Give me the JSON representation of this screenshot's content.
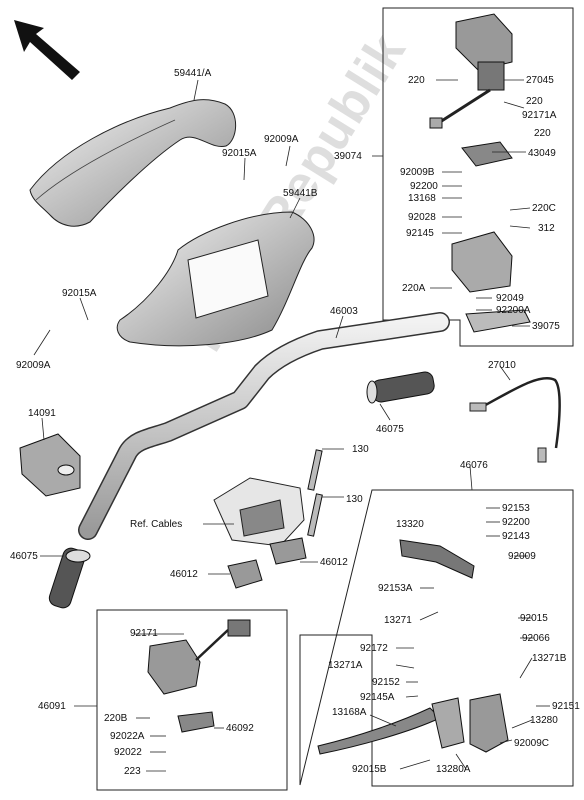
{
  "watermark": "PartsRepublik",
  "labels": {
    "p59441A": "59441/A",
    "p92009A_top": "92009A",
    "p92015A_top": "92015A",
    "p59441B": "59441B",
    "p92015A_left": "92015A",
    "p92009A_left": "92009A",
    "p46003": "46003",
    "p14091": "14091",
    "p46075_left": "46075",
    "p130_a": "130",
    "p130_b": "130",
    "ref_cables": "Ref. Cables",
    "p46012_a": "46012",
    "p46012_b": "46012",
    "p46075_mid": "46075",
    "p27010": "27010",
    "p46076": "46076",
    "p39074": "39074",
    "p220_a": "220",
    "p27045": "27045",
    "p220_b": "220",
    "p92171A": "92171A",
    "p220_c": "220",
    "p43049": "43049",
    "p92009B": "92009B",
    "p92200_r": "92200",
    "p13168": "13168",
    "p92028": "92028",
    "p220C": "220C",
    "p92145": "92145",
    "p312": "312",
    "p220A": "220A",
    "p92049": "92049",
    "p92200A_r": "92200A",
    "p39075": "39075",
    "p92171": "92171",
    "p46091": "46091",
    "p220B": "220B",
    "p46092": "46092",
    "p92022A": "92022A",
    "p92022": "92022",
    "p223": "223",
    "p92153": "92153",
    "p13320": "13320",
    "p92200_b": "92200",
    "p92143": "92143",
    "p92009": "92009",
    "p92153A": "92153A",
    "p13271": "13271",
    "p92015": "92015",
    "p92066": "92066",
    "p92172": "92172",
    "p13271A": "13271A",
    "p13271B": "13271B",
    "p92152": "92152",
    "p92145A": "92145A",
    "p92151": "92151",
    "p13168A": "13168A",
    "p13280": "13280",
    "p92009C": "92009C",
    "p92015B": "92015B",
    "p13280A": "13280A"
  }
}
